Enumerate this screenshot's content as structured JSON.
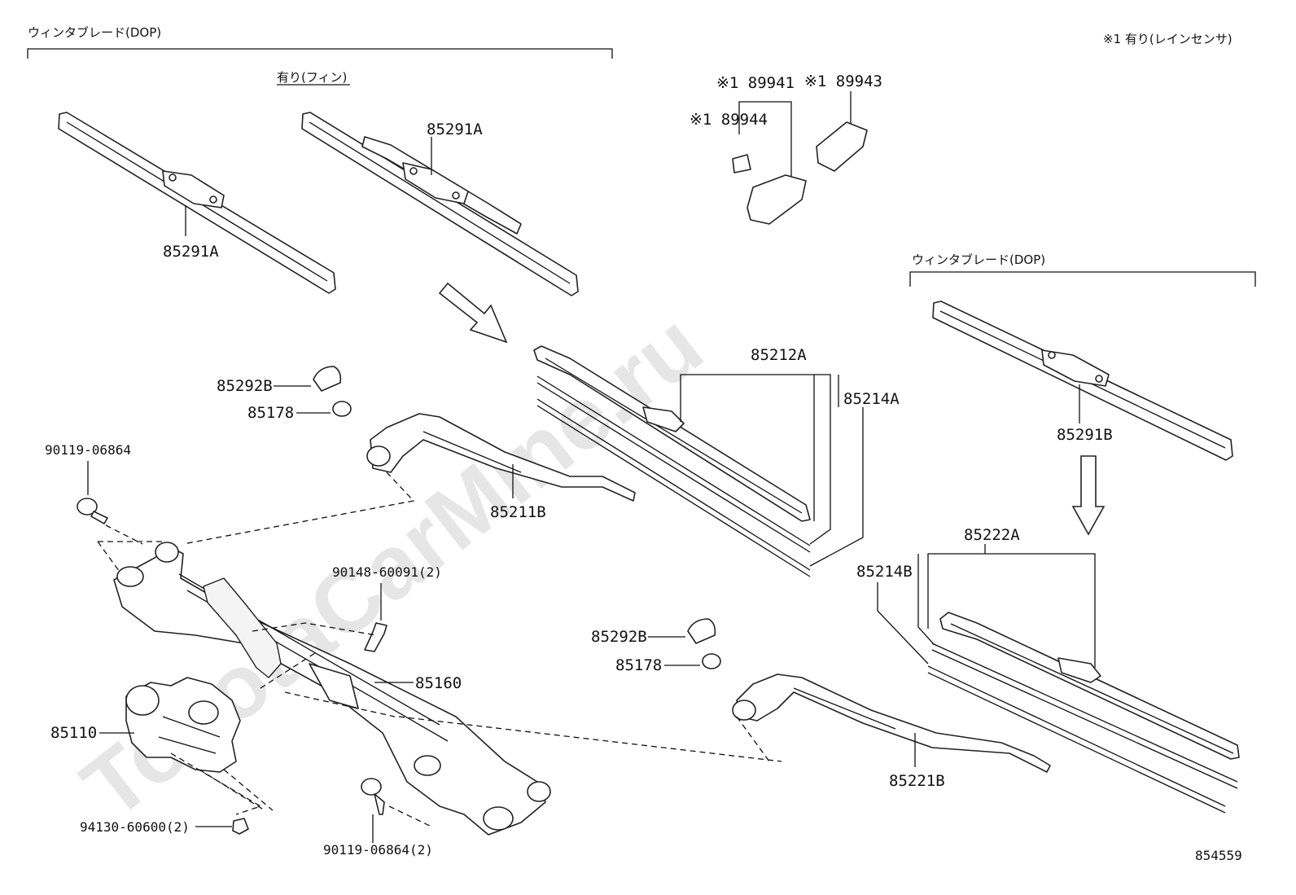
{
  "watermark": "ToyotaCarMine.ru",
  "headers": {
    "top_left_bracket": "ウィンタブレード(DOP)",
    "fin": "有り(フィン)",
    "top_right_note": "※1 有り(レインセンサ)",
    "right_bracket": "ウィンタブレード(DOP)"
  },
  "parts": {
    "p85291A_left": "85291A",
    "p85291A_right": "85291A",
    "p89941": "※1 89941",
    "p89943": "※1 89943",
    "p89944": "※1 89944",
    "p85292B_left": "85292B",
    "p85178_left": "85178",
    "p90119_top": "90119-06864",
    "p85211B": "85211B",
    "p85212A": "85212A",
    "p85214A": "85214A",
    "p85291B": "85291B",
    "p90148": "90148-60091(2)",
    "p85160": "85160",
    "p85110": "85110",
    "p85222A": "85222A",
    "p85214B": "85214B",
    "p85292B_right": "85292B",
    "p85178_right": "85178",
    "p85221B": "85221B",
    "p94130": "94130-60600(2)",
    "p90119_bottom": "90119-06864(2)"
  },
  "diagram_id": "854559"
}
